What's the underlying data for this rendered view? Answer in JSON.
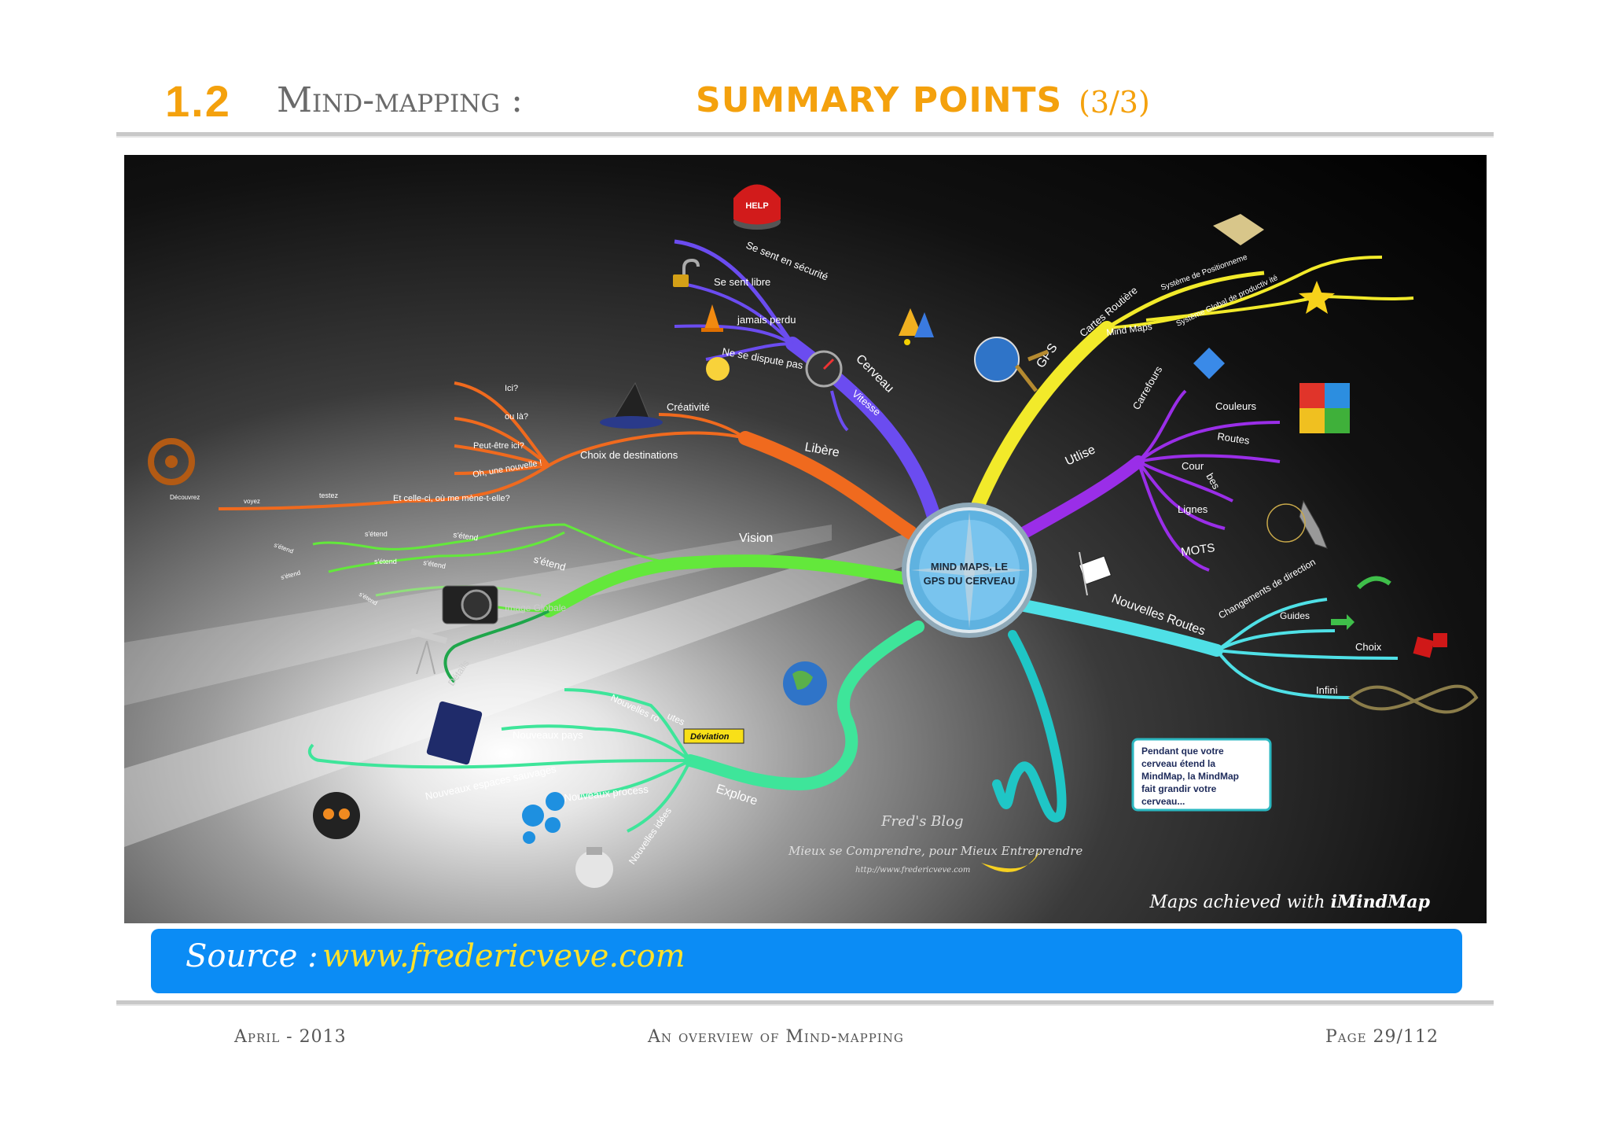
{
  "header": {
    "section_number": "1.2",
    "topic": "Mind-mapping :",
    "subtitle": "SUMMARY POINTS",
    "page_fraction": "(3/3)"
  },
  "map": {
    "center": {
      "line1": "MIND MAPS, LE",
      "line2": "GPS DU CERVEAU"
    },
    "branches": {
      "cerveau": {
        "label": "Cerveau",
        "items": [
          "Se sent en sécurité",
          "Se sent libre",
          "jamais perdu",
          "Ne se dispute pas",
          "Vitesse"
        ]
      },
      "gps": {
        "label": "GPS",
        "items": [
          "Cartes Routière",
          "Système de Positionneme",
          "Mind Maps",
          "Système Global de productiv ité"
        ]
      },
      "utilise": {
        "label": "Utlise",
        "items": [
          "Carrefours",
          "Couleurs",
          "Routes",
          "Cour",
          "bes",
          "Lignes",
          "MOTS"
        ]
      },
      "nouvelles_routes": {
        "label": "Nouvelles Routes",
        "items": [
          "Changements de direction",
          "Guides",
          "Choix",
          "Infini"
        ]
      },
      "libere": {
        "label": "Libère",
        "items": [
          "Créativité",
          "Choix de destinations",
          "Ici?",
          "ou là?",
          "Peut-être ici?",
          "Oh, une nouvelle !",
          "Et celle-ci, où me mène-t-elle?",
          "testez",
          "voyez",
          "Découvrez"
        ]
      },
      "vision": {
        "label": "Vision",
        "items": [
          "s'étend",
          "s'étend",
          "s'étend",
          "s'étend",
          "s'étend",
          "s'étend",
          "s'étend",
          "s'étend",
          "Image Globale",
          "Réduit",
          "Détails"
        ]
      },
      "explore": {
        "label": "Explore",
        "items": [
          "Nouvelles ro",
          "utes",
          "Nouveaux pays",
          "Nouveaux espaces sauvages",
          "Nouveaux process",
          "Nouvelles idées"
        ]
      }
    },
    "callout": [
      "Pendant que votre",
      "cerveau étend la",
      "MindMap, la MindMap",
      "fait grandir votre",
      "cerveau..."
    ],
    "deviation_sign": "Déviation",
    "help_label": "HELP",
    "blog": {
      "title": "Fred's Blog",
      "tagline": "Mieux se Comprendre, pour Mieux Entreprendre",
      "url": "http://www.fredericveve.com"
    },
    "credit": {
      "prefix": "Maps achieved with",
      "app": "iMindMap"
    }
  },
  "source": {
    "label": "Source :",
    "url": "www.fredericveve.com"
  },
  "footer": {
    "date": "April - 2013",
    "title": "An overview of Mind-mapping",
    "page": "Page 29/112"
  },
  "colors": {
    "accent": "#f4a10d",
    "source_bar": "#0b8cf5",
    "source_url": "#ffe22a",
    "cerveau": "#6b4cf0",
    "gps": "#f2ea2a",
    "utilise": "#9a2ee8",
    "nouvelles_routes": "#4fe0e6",
    "libere": "#f06a1e",
    "vision": "#63e83b",
    "explore": "#3ee59a"
  }
}
